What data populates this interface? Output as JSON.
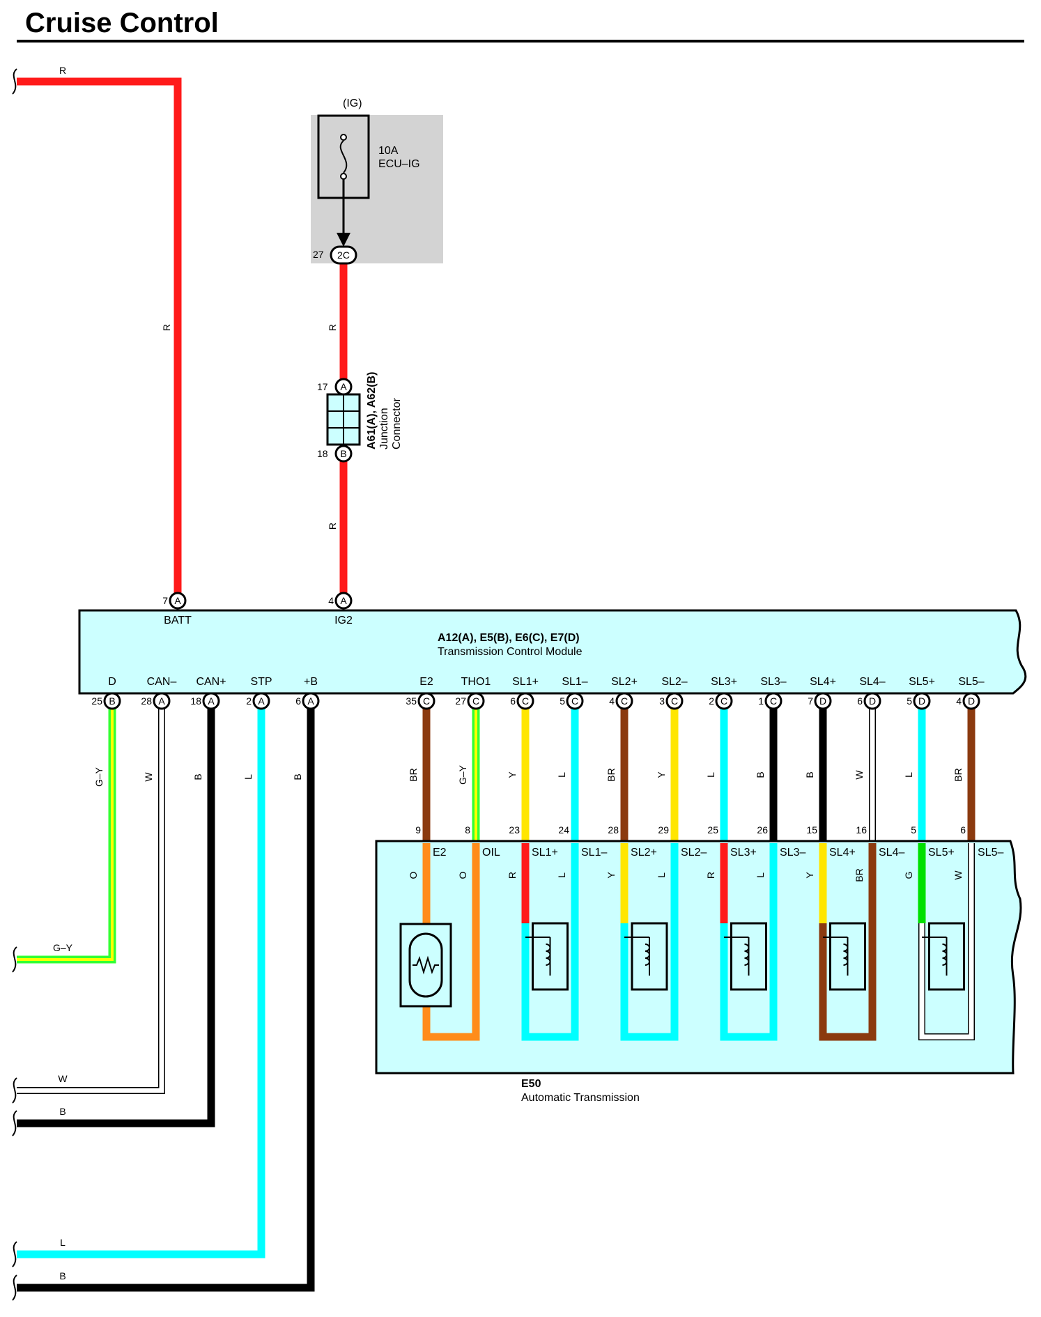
{
  "title": "Cruise Control",
  "power": {
    "ig_label": "(IG)",
    "fuse_rating": "10A",
    "fuse_name": "ECU–IG",
    "fuse_pin_num": "27",
    "fuse_pin_code": "2C",
    "junction_name": "A61(A), A62(B)",
    "junction_desc_1": "Junction",
    "junction_desc_2": "Connector",
    "junction_in_num": "17",
    "junction_in_code": "A",
    "junction_out_num": "18",
    "junction_out_code": "B"
  },
  "tcm": {
    "name": "A12(A), E5(B), E6(C), E7(D)",
    "desc": "Transmission Control Module",
    "top_pins": [
      {
        "name": "BATT",
        "num": "7",
        "code": "A"
      },
      {
        "name": "IG2",
        "num": "4",
        "code": "A"
      }
    ],
    "left_pins": [
      {
        "name": "D",
        "num": "25",
        "code": "B",
        "color": "G–Y"
      },
      {
        "name": "CAN–",
        "num": "28",
        "code": "A",
        "color": "W"
      },
      {
        "name": "CAN+",
        "num": "18",
        "code": "A",
        "color": "B"
      },
      {
        "name": "STP",
        "num": "2",
        "code": "A",
        "color": "L"
      },
      {
        "name": "+B",
        "num": "6",
        "code": "A",
        "color": "B"
      }
    ],
    "right_pins": [
      {
        "name": "E2",
        "num": "35",
        "code": "C",
        "color": "BR",
        "e50_pin": "9"
      },
      {
        "name": "THO1",
        "num": "27",
        "code": "C",
        "color": "G–Y",
        "e50_pin": "8"
      },
      {
        "name": "SL1+",
        "num": "6",
        "code": "C",
        "color": "Y",
        "e50_pin": "23"
      },
      {
        "name": "SL1–",
        "num": "5",
        "code": "C",
        "color": "L",
        "e50_pin": "24"
      },
      {
        "name": "SL2+",
        "num": "4",
        "code": "C",
        "color": "BR",
        "e50_pin": "28"
      },
      {
        "name": "SL2–",
        "num": "3",
        "code": "C",
        "color": "Y",
        "e50_pin": "29"
      },
      {
        "name": "SL3+",
        "num": "2",
        "code": "C",
        "color": "L",
        "e50_pin": "25"
      },
      {
        "name": "SL3–",
        "num": "1",
        "code": "C",
        "color": "B",
        "e50_pin": "26"
      },
      {
        "name": "SL4+",
        "num": "7",
        "code": "D",
        "color": "B",
        "e50_pin": "15"
      },
      {
        "name": "SL4–",
        "num": "6",
        "code": "D",
        "color": "W",
        "e50_pin": "16"
      },
      {
        "name": "SL5+",
        "num": "5",
        "code": "D",
        "color": "L",
        "e50_pin": "5"
      },
      {
        "name": "SL5–",
        "num": "4",
        "code": "D",
        "color": "BR",
        "e50_pin": "6"
      }
    ]
  },
  "e50": {
    "name": "E50",
    "desc": "Automatic Transmission",
    "pin_labels": [
      "E2",
      "OIL",
      "SL1+",
      "SL1–",
      "SL2+",
      "SL2–",
      "SL3+",
      "SL3–",
      "SL4+",
      "SL4–",
      "SL5+",
      "SL5–"
    ],
    "inner_colors": [
      "O",
      "O",
      "R",
      "L",
      "Y",
      "L",
      "R",
      "L",
      "Y",
      "BR",
      "G",
      "W"
    ]
  },
  "wire_labels": {
    "top_left": "R",
    "left_vertical": "R",
    "ig_upper": "R",
    "ig_lower": "R",
    "off_gy": "G–Y",
    "off_w": "W",
    "off_b1": "B",
    "off_l": "L",
    "off_b2": "B"
  },
  "wire_colors": {
    "R": "#ff1a1a",
    "B": "#000000",
    "W": "#ffffff",
    "L": "#00ffff",
    "Y": "#ffe600",
    "BR": "#8b3a0f",
    "O": "#ff8c1a",
    "G": "#00e000",
    "GY_yellow": "#ffff00",
    "GY_green": "#33ff33"
  },
  "panel_colors": {
    "module_fill": "#ccffff",
    "fuse_box_fill": "#d3d3d3"
  }
}
